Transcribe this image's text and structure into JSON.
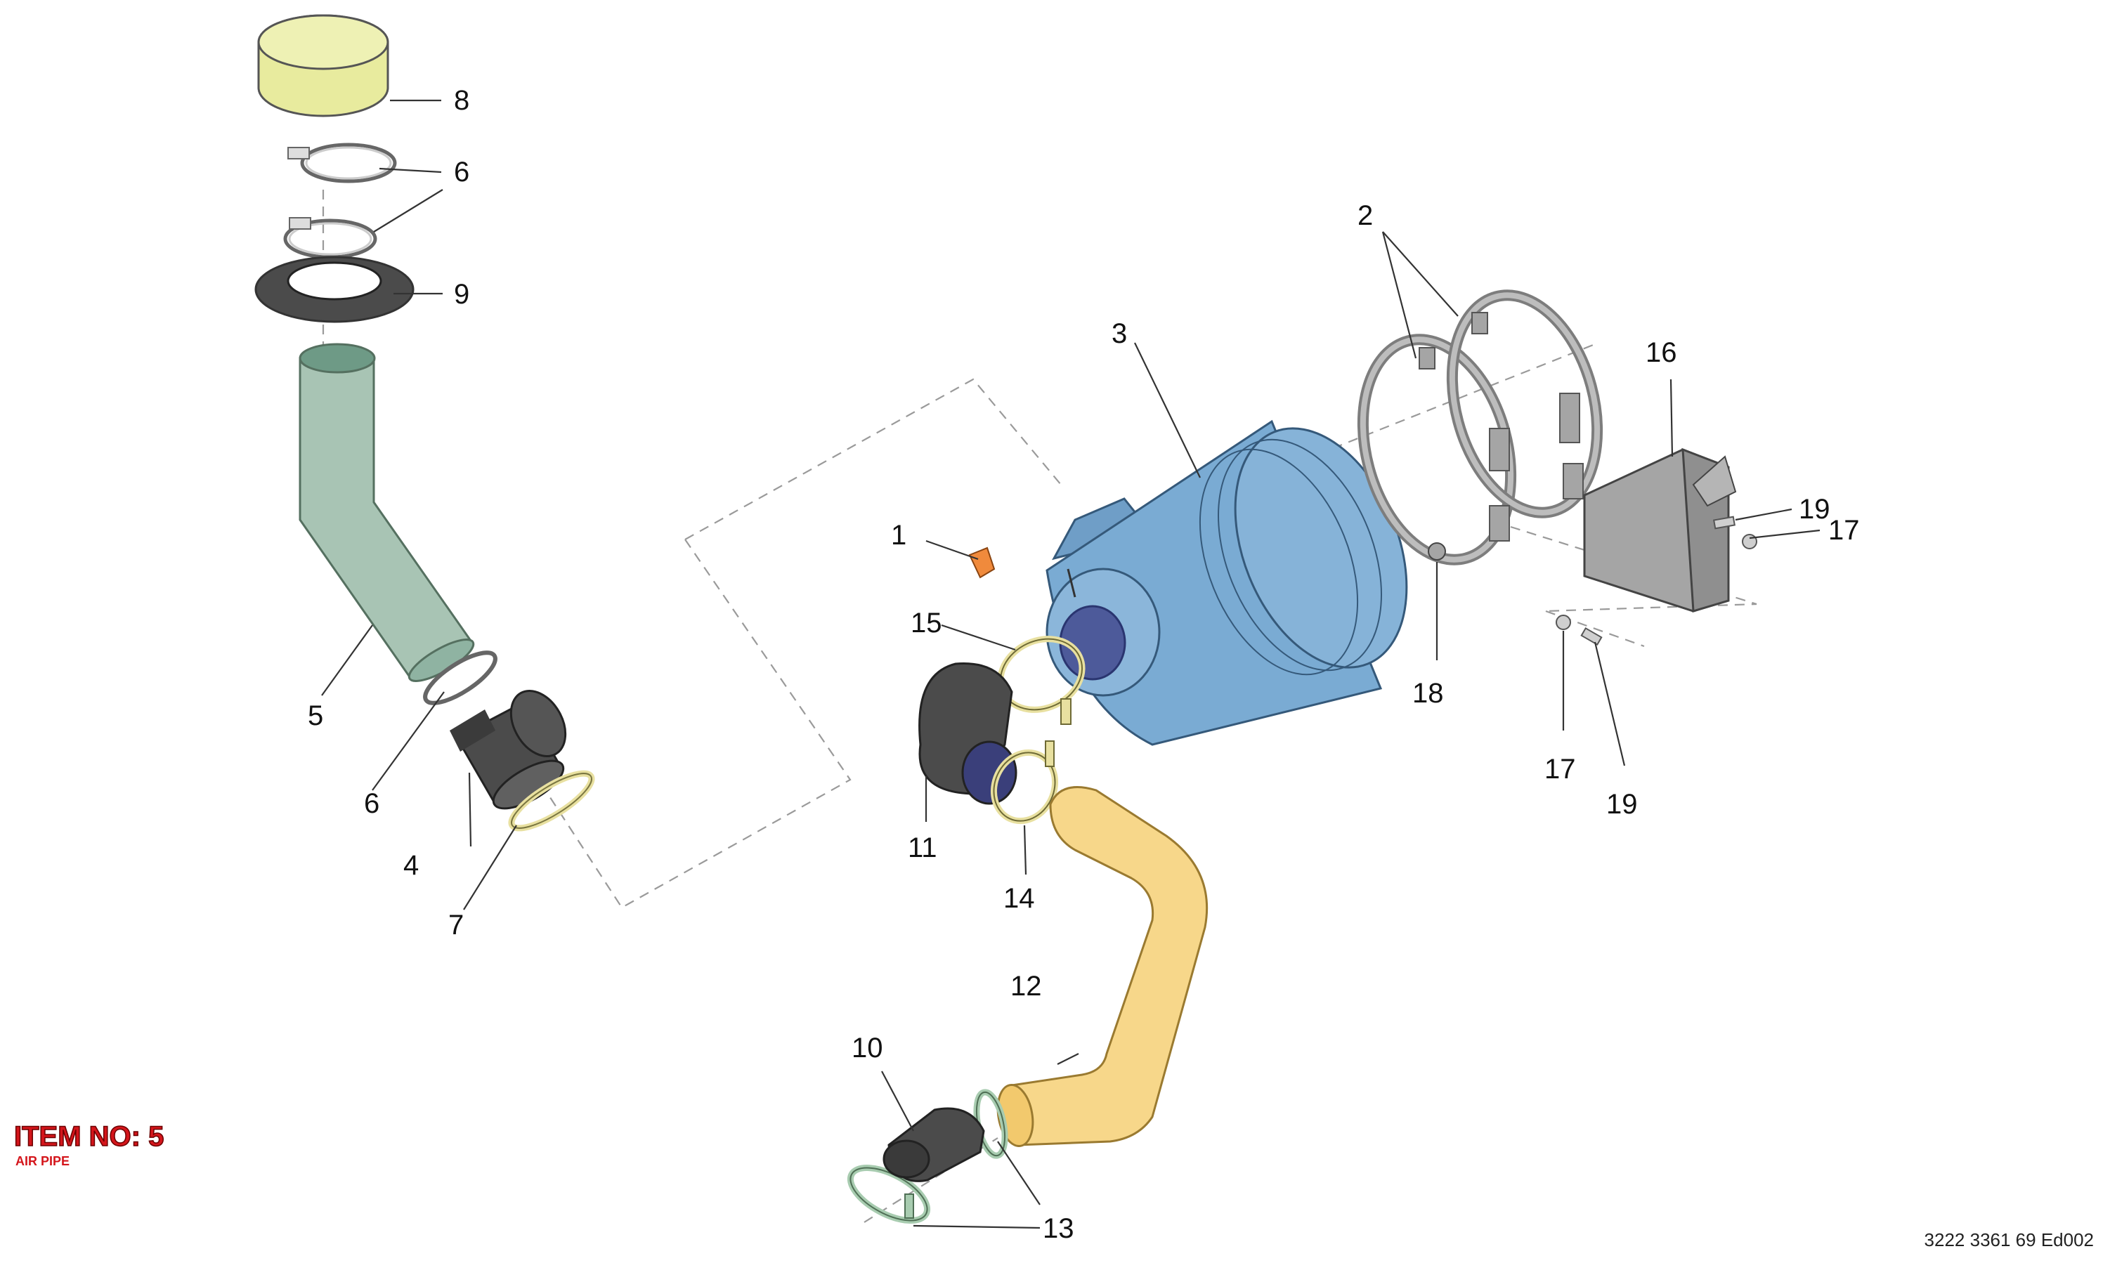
{
  "item": {
    "title": "ITEM NO: 5",
    "subtitle": "AIR PIPE"
  },
  "document_reference": "3222 3361 69 Ed002",
  "callouts": {
    "c1": "1",
    "c2": "2",
    "c3": "3",
    "c4": "4",
    "c5": "5",
    "c6a": "6",
    "c6b": "6",
    "c7": "7",
    "c8": "8",
    "c9": "9",
    "c10": "10",
    "c11": "11",
    "c12": "12",
    "c13": "13",
    "c14": "14",
    "c15": "15",
    "c16": "16",
    "c17a": "17",
    "c17b": "17",
    "c18": "18",
    "c19a": "19",
    "c19b": "19"
  },
  "colors": {
    "filter_body": "#7aabd3",
    "pipe_green": "#a8c4b4",
    "pipe_yellow": "#f7d78a",
    "prefilter_cap": "#e8eb9e",
    "rubber": "#4b4b4b",
    "metal_bracket": "#a5a5a5",
    "clamp_green": "#a8ccb0",
    "clamp_yellow": "#e8e0a0",
    "indicator_orange": "#f08a3c",
    "title_red": "#d4151b"
  }
}
